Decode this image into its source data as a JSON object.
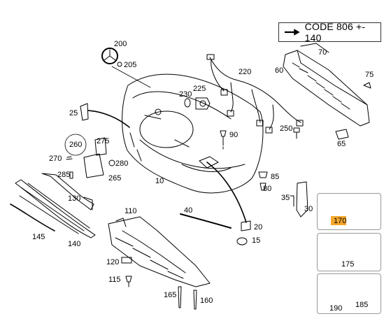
{
  "code_note": {
    "text": "CODE 806 +- 140",
    "icon": "right-arrow-icon"
  },
  "parts": [
    {
      "id": "p200",
      "label": "200"
    },
    {
      "id": "p205",
      "label": "205"
    },
    {
      "id": "p220",
      "label": "220"
    },
    {
      "id": "p60",
      "label": "60"
    },
    {
      "id": "p70",
      "label": "70"
    },
    {
      "id": "p75",
      "label": "75"
    },
    {
      "id": "p225",
      "label": "225"
    },
    {
      "id": "p230",
      "label": "230"
    },
    {
      "id": "p25",
      "label": "25"
    },
    {
      "id": "p90",
      "label": "90"
    },
    {
      "id": "p250",
      "label": "250"
    },
    {
      "id": "p65",
      "label": "65"
    },
    {
      "id": "p260",
      "label": "260"
    },
    {
      "id": "p275",
      "label": "275"
    },
    {
      "id": "p270",
      "label": "270"
    },
    {
      "id": "p280",
      "label": "280"
    },
    {
      "id": "p285",
      "label": "285"
    },
    {
      "id": "p265",
      "label": "265"
    },
    {
      "id": "p10",
      "label": "10"
    },
    {
      "id": "p85",
      "label": "85"
    },
    {
      "id": "p80",
      "label": "80"
    },
    {
      "id": "p130",
      "label": "130"
    },
    {
      "id": "p35",
      "label": "35"
    },
    {
      "id": "p30",
      "label": "30"
    },
    {
      "id": "p110",
      "label": "110"
    },
    {
      "id": "p40",
      "label": "40"
    },
    {
      "id": "p20",
      "label": "20"
    },
    {
      "id": "p15",
      "label": "15"
    },
    {
      "id": "p145",
      "label": "145"
    },
    {
      "id": "p140",
      "label": "140"
    },
    {
      "id": "p120",
      "label": "120"
    },
    {
      "id": "p115",
      "label": "115"
    },
    {
      "id": "p165",
      "label": "165"
    },
    {
      "id": "p160",
      "label": "160"
    },
    {
      "id": "p170",
      "label": "170",
      "highlight": "#f4a72b"
    },
    {
      "id": "p175",
      "label": "175"
    },
    {
      "id": "p190",
      "label": "190"
    },
    {
      "id": "p185",
      "label": "185"
    }
  ]
}
